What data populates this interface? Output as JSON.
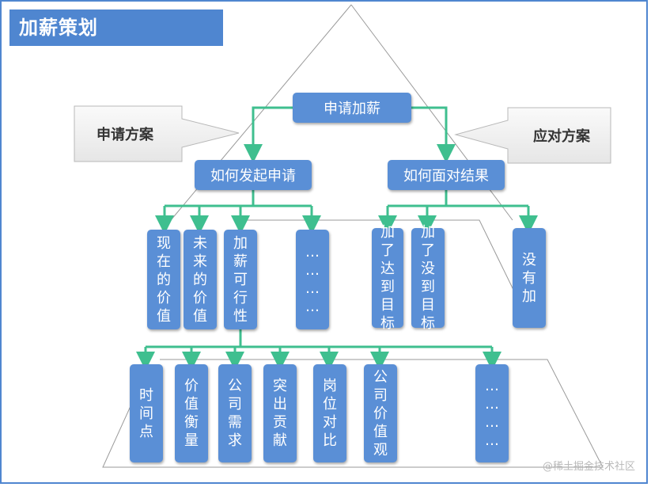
{
  "title": "加薪策划",
  "top_node": "申请加薪",
  "left_label": "申请方案",
  "right_label": "应对方案",
  "level2": [
    "如何发起申请",
    "如何面对结果"
  ],
  "level3_left": [
    "现在的价值",
    "未来的价值",
    "加薪可行性",
    "……"
  ],
  "level3_right": [
    "加了达到目标",
    "加了没到目标",
    "没有加"
  ],
  "level4": [
    "时间点",
    "价值衡量",
    "公司需求",
    "突出贡献",
    "岗位对比",
    "公司价值观",
    "……"
  ],
  "watermark": "@稀土掘金技术社区",
  "colors": {
    "box": "#5a8fd6",
    "connector": "#3fbf8f",
    "banner": "#4f86d0"
  }
}
